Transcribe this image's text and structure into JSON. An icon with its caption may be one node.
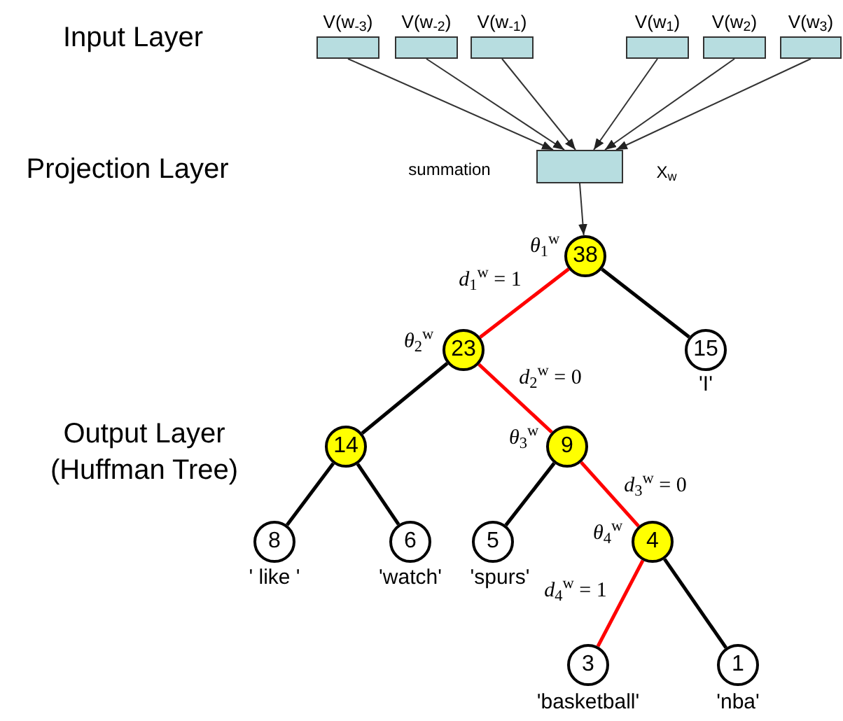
{
  "diagram": {
    "nodes": [
      {
        "text": [
          "V(w$_{-3}$)"
        ]
      },
      {
        "text": [
          "V(w$_{-2}$)"
        ]
      },
      {
        "text": [
          "V(w$_{-1}$)"
        ]
      },
      {
        "text": [
          "V(w$_{1}$)"
        ]
      },
      {
        "text": [
          "V(w$_{2}$)"
        ]
      },
      {
        "text": [
          "V(w$_{3}$)"
        ]
      },
      {
        "text": [],
        "shape": "box",
        "beside": [
          "summation",
          "X$_{w}$"
        ]
      },
      {
        "text": [
          "38"
        ],
        "beside": [
          "*θ*$_{1}$$^{w}$"
        ]
      },
      {
        "text": [
          "23"
        ],
        "beside": [
          "*θ*$_{2}$$^{w}$"
        ]
      },
      {
        "text": [
          "15"
        ],
        "beside": [
          "'I'"
        ]
      },
      {
        "text": [
          "14"
        ]
      },
      {
        "text": [
          "9"
        ],
        "beside": [
          "*θ*$_{3}$$^{w}$"
        ]
      },
      {
        "text": [
          "8"
        ],
        "beside": [
          "' like '"
        ]
      },
      {
        "text": [
          "6"
        ],
        "beside": [
          "'watch'"
        ]
      },
      {
        "text": [
          "5"
        ],
        "beside": [
          "'spurs'"
        ]
      },
      {
        "text": [
          "4"
        ],
        "beside": [
          "*θ*$_{4}$$^{w}$"
        ]
      },
      {
        "text": [
          "3"
        ],
        "beside": [
          "'basketball'"
        ]
      },
      {
        "text": [
          "1"
        ],
        "beside": [
          "'nba'"
        ]
      }
    ],
    "edges": [
      {
        "from": 0,
        "to": 6,
        "arrow": "to"
      },
      {
        "from": 1,
        "to": 6,
        "arrow": "to"
      },
      {
        "from": 2,
        "to": 6,
        "arrow": "to"
      },
      {
        "from": 3,
        "to": 6,
        "arrow": "to"
      },
      {
        "from": 4,
        "to": 6,
        "arrow": "to"
      },
      {
        "from": 5,
        "to": 6,
        "arrow": "to"
      },
      {
        "from": 6,
        "to": 7,
        "arrow": "to"
      },
      {
        "from": 7,
        "to": 8,
        "arrow": "none",
        "label": "*d*$_{1}$$^{w}$ = 1",
        "color": "#ff0000"
      },
      {
        "from": 7,
        "to": 9,
        "arrow": "none"
      },
      {
        "from": 8,
        "to": 10,
        "arrow": "none"
      },
      {
        "from": 8,
        "to": 11,
        "arrow": "none",
        "label": "*d*$_{2}$$^{w}$ = 0",
        "color": "#ff0000"
      },
      {
        "from": 10,
        "to": 12,
        "arrow": "none"
      },
      {
        "from": 10,
        "to": 13,
        "arrow": "none"
      },
      {
        "from": 11,
        "to": 14,
        "arrow": "none"
      },
      {
        "from": 11,
        "to": 15,
        "arrow": "none",
        "label": "*d*$_{3}$$^{w}$ = 0",
        "color": "#ff0000"
      },
      {
        "from": 15,
        "to": 16,
        "arrow": "none",
        "label": "*d*$_{4}$$^{w}$ = 1",
        "color": "#ff0000"
      },
      {
        "from": 15,
        "to": 17,
        "arrow": "none"
      }
    ],
    "labels": [
      "Input Layer",
      "Projection Layer",
      "Output Layer (Huffman Tree)"
    ]
  }
}
